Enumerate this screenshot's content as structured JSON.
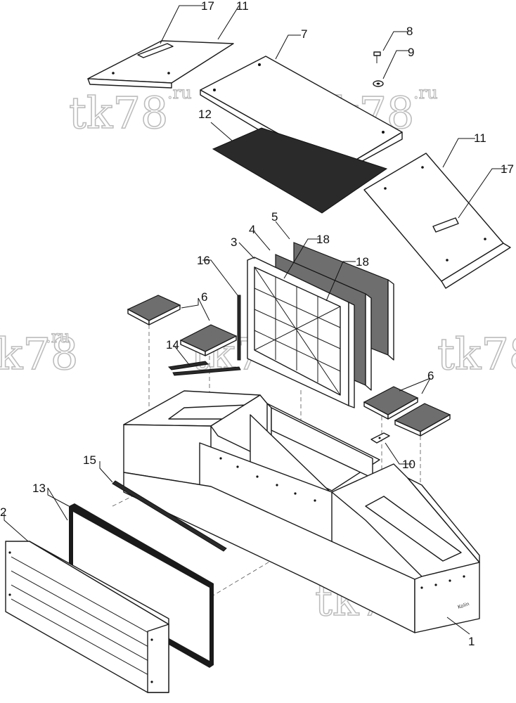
{
  "callouts": [
    {
      "id": "1",
      "text": "1"
    },
    {
      "id": "2",
      "text": "2"
    },
    {
      "id": "3",
      "text": "3"
    },
    {
      "id": "4",
      "text": "4"
    },
    {
      "id": "5",
      "text": "5"
    },
    {
      "id": "6a",
      "text": "6"
    },
    {
      "id": "6b",
      "text": "6"
    },
    {
      "id": "7",
      "text": "7"
    },
    {
      "id": "8",
      "text": "8"
    },
    {
      "id": "9",
      "text": "9"
    },
    {
      "id": "10",
      "text": "10"
    },
    {
      "id": "11a",
      "text": "11"
    },
    {
      "id": "11b",
      "text": "11"
    },
    {
      "id": "12",
      "text": "12"
    },
    {
      "id": "13",
      "text": "13"
    },
    {
      "id": "14",
      "text": "14"
    },
    {
      "id": "15",
      "text": "15"
    },
    {
      "id": "16",
      "text": "16"
    },
    {
      "id": "17a",
      "text": "17"
    },
    {
      "id": "17b",
      "text": "17"
    },
    {
      "id": "18a",
      "text": "18"
    },
    {
      "id": "18b",
      "text": "18"
    }
  ],
  "watermark": {
    "main": "tk78",
    "suffix": ".ru"
  },
  "housing_brand": "Kolin"
}
